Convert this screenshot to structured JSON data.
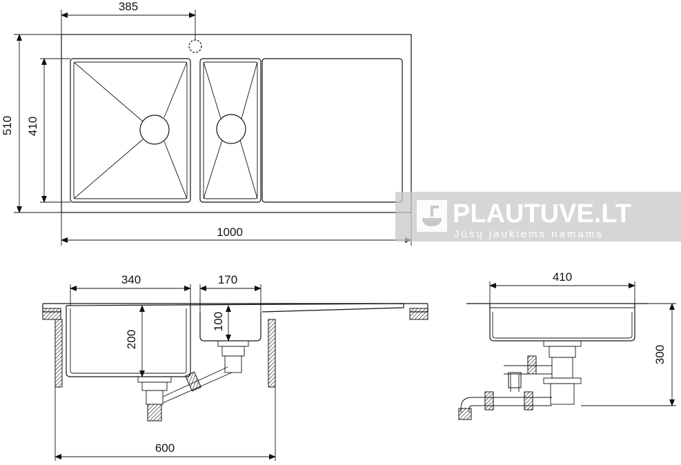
{
  "dimensions": {
    "top_offset": "385",
    "overall_depth": "510",
    "bowl_depth": "410",
    "overall_width": "1000",
    "main_bowl_width": "340",
    "second_bowl_width": "170",
    "main_bowl_height": "200",
    "second_bowl_height": "100",
    "cabinet_width": "600",
    "side_depth": "410",
    "side_height": "300"
  },
  "watermark": {
    "brand": "PLAUTUVE.LT",
    "tagline": "Jūsų jaukiems namams",
    "logo_icon": "sink-logo-icon"
  },
  "colors": {
    "line": "#111111",
    "watermark_bg": "#c8c8c8",
    "watermark_text": "#ffffff"
  }
}
